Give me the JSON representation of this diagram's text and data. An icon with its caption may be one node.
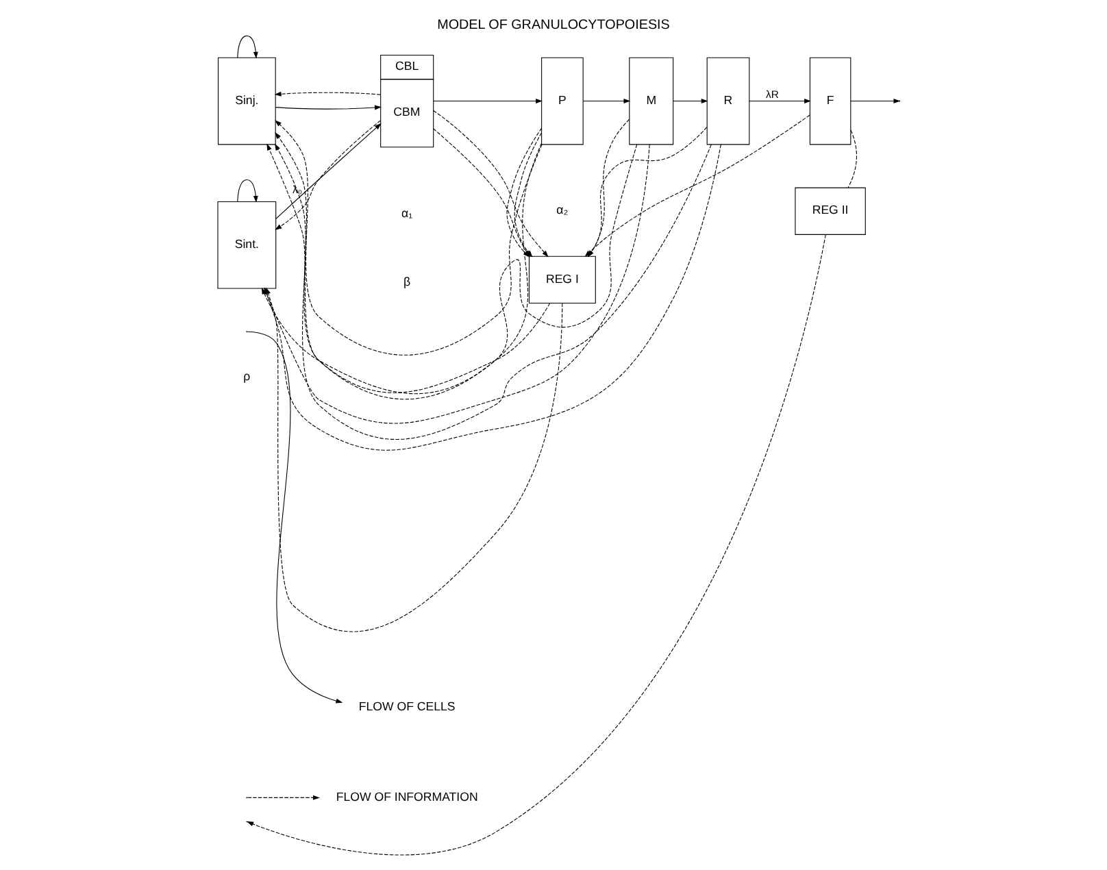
{
  "diagram": {
    "title": "MODEL OF GRANULOCYTOPOIESIS",
    "nodes": [
      {
        "text": [
          "Sinj."
        ]
      },
      {
        "text": [
          "Sint."
        ]
      },
      {
        "text": [
          "CBL",
          "CBM"
        ]
      },
      {
        "text": [
          "P"
        ]
      },
      {
        "text": [
          "M"
        ]
      },
      {
        "text": [
          "R"
        ]
      },
      {
        "text": [
          "F"
        ]
      },
      {
        "text": [
          "REG I"
        ]
      },
      {
        "text": [
          "REG II"
        ]
      }
    ],
    "edges": [
      {
        "from": 0,
        "to": 0,
        "arrow": "to"
      },
      {
        "from": 0,
        "to": 2,
        "arrow": "to"
      },
      {
        "from": 1,
        "to": 2,
        "arrow": "to",
        "label": "λ₀"
      },
      {
        "from": 1,
        "to": 1,
        "arrow": "to"
      },
      {
        "from": 2,
        "to": 3,
        "arrow": "to"
      },
      {
        "from": 3,
        "to": 4,
        "arrow": "to"
      },
      {
        "from": 4,
        "to": 5,
        "arrow": "to"
      },
      {
        "from": 5,
        "to": 6,
        "arrow": "to",
        "label": "λR"
      },
      {
        "from": 6,
        "to": null,
        "arrow": "to"
      },
      {
        "from": 2,
        "to": 0,
        "arrow": "to",
        "style": "dashed"
      },
      {
        "from": 3,
        "to": 0,
        "arrow": "to",
        "style": "dashed"
      },
      {
        "from": 4,
        "to": 0,
        "arrow": "to",
        "style": "dashed"
      },
      {
        "from": 5,
        "to": 0,
        "arrow": "to",
        "style": "dashed"
      },
      {
        "from": 2,
        "to": 1,
        "arrow": "to",
        "style": "dashed"
      },
      {
        "from": 3,
        "to": 1,
        "arrow": "to",
        "style": "dashed"
      },
      {
        "from": 4,
        "to": 1,
        "arrow": "to",
        "style": "dashed"
      },
      {
        "from": 5,
        "to": 1,
        "arrow": "to",
        "style": "dashed"
      },
      {
        "from": 2,
        "to": 7,
        "arrow": "to",
        "style": "dashed"
      },
      {
        "from": 2,
        "to": 7,
        "arrow": "to",
        "style": "dashed"
      },
      {
        "from": 3,
        "to": 7,
        "arrow": "to",
        "style": "dashed"
      },
      {
        "from": 3,
        "to": 7,
        "arrow": "to",
        "style": "dashed"
      },
      {
        "from": 4,
        "to": 7,
        "arrow": "to",
        "style": "dashed"
      },
      {
        "from": 5,
        "to": 7,
        "arrow": "to",
        "style": "dashed"
      },
      {
        "from": 6,
        "to": 7,
        "arrow": "to",
        "style": "dashed"
      },
      {
        "from": 6,
        "to": 8,
        "arrow": "none",
        "style": "dashed"
      },
      {
        "from": 8,
        "to": null,
        "arrow": "to",
        "style": "dashed"
      },
      {
        "from": 7,
        "to": 0,
        "arrow": "to",
        "style": "dashed"
      },
      {
        "from": 7,
        "to": 1,
        "arrow": "to",
        "style": "dashed"
      }
    ],
    "labels": [
      "β",
      "α₁",
      "ρ",
      "α₂"
    ],
    "legend": [
      {
        "text": "FLOW OF CELLS"
      },
      {
        "text": "FLOW OF INFORMATION"
      }
    ]
  }
}
